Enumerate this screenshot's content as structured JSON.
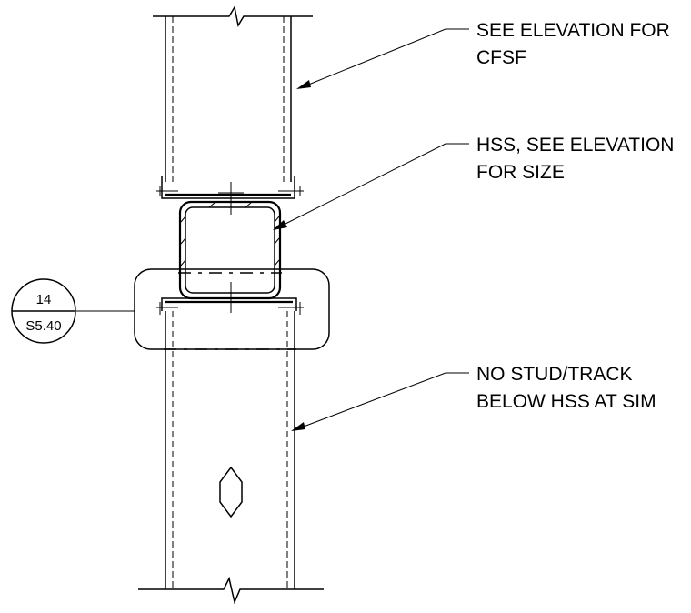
{
  "notes": {
    "cfsf": [
      "SEE ELEVATION FOR",
      "CFSF"
    ],
    "hss": [
      "HSS, SEE ELEVATION",
      "FOR SIZE"
    ],
    "no_stud": [
      "NO STUD/TRACK",
      "BELOW HSS AT SIM"
    ]
  },
  "detail_tag": {
    "number": "14",
    "sheet": "S5.40"
  }
}
